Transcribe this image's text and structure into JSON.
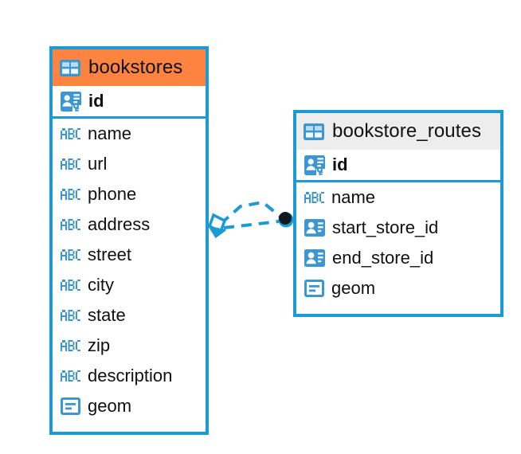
{
  "diagram": {
    "title": "bookstores-bookstore_routes-er-diagram",
    "colors": {
      "accent_blue": "#1C9AD6",
      "header_orange": "#FC8440",
      "header_gray": "#EDEDED",
      "icon_blue": "#3B97D3",
      "endpoint_dark": "#101820"
    }
  },
  "tables": [
    {
      "name": "bookstores",
      "header_icon": "table-icon",
      "header_style": "selected-orange",
      "fields": [
        {
          "label": "id",
          "icon": "primary-key-icon",
          "key": "pk"
        },
        {
          "label": "name",
          "icon": "abc-text-icon",
          "key": ""
        },
        {
          "label": "url",
          "icon": "abc-text-icon",
          "key": ""
        },
        {
          "label": "phone",
          "icon": "abc-text-icon",
          "key": ""
        },
        {
          "label": "address",
          "icon": "abc-text-icon",
          "key": ""
        },
        {
          "label": "street",
          "icon": "abc-text-icon",
          "key": ""
        },
        {
          "label": "city",
          "icon": "abc-text-icon",
          "key": ""
        },
        {
          "label": "state",
          "icon": "abc-text-icon",
          "key": ""
        },
        {
          "label": "zip",
          "icon": "abc-text-icon",
          "key": ""
        },
        {
          "label": "description",
          "icon": "abc-text-icon",
          "key": ""
        },
        {
          "label": "geom",
          "icon": "geometry-icon",
          "key": ""
        }
      ]
    },
    {
      "name": "bookstore_routes",
      "header_icon": "table-icon",
      "header_style": "gray",
      "fields": [
        {
          "label": "id",
          "icon": "primary-key-icon",
          "key": "pk"
        },
        {
          "label": "name",
          "icon": "abc-text-icon",
          "key": ""
        },
        {
          "label": "start_store_id",
          "icon": "foreign-key-icon",
          "key": "fk"
        },
        {
          "label": "end_store_id",
          "icon": "foreign-key-icon",
          "key": "fk"
        },
        {
          "label": "geom",
          "icon": "geometry-icon",
          "key": ""
        }
      ]
    }
  ],
  "relationships": [
    {
      "from_table": "bookstores",
      "to_table": "bookstore_routes",
      "from_endpoint": "diamond",
      "to_endpoint": "filled-circle",
      "line_style": "dashed"
    },
    {
      "from_table": "bookstores",
      "to_table": "bookstore_routes",
      "from_endpoint": "diamond",
      "to_endpoint": "filled-circle",
      "line_style": "dashed"
    }
  ]
}
